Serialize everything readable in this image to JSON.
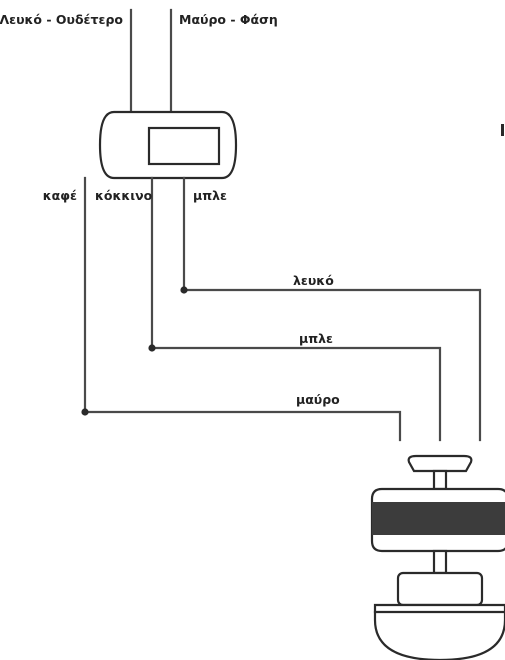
{
  "inputs": {
    "neutral": "Λευκό - Ουδέτερο",
    "phase": "Μαύρο - Φάση"
  },
  "controller": {
    "wires": {
      "brown": "καφέ",
      "red": "κόκκινο",
      "blue": "μπλε"
    }
  },
  "fan": {
    "wires": {
      "white": "λευκό",
      "blue": "μπλε",
      "black": "μαύρο"
    }
  },
  "colors": {
    "wire": "#4a4a4a",
    "outline": "#2a2a2a",
    "motor_band": "#3c3c3c",
    "background": "#ffffff"
  }
}
